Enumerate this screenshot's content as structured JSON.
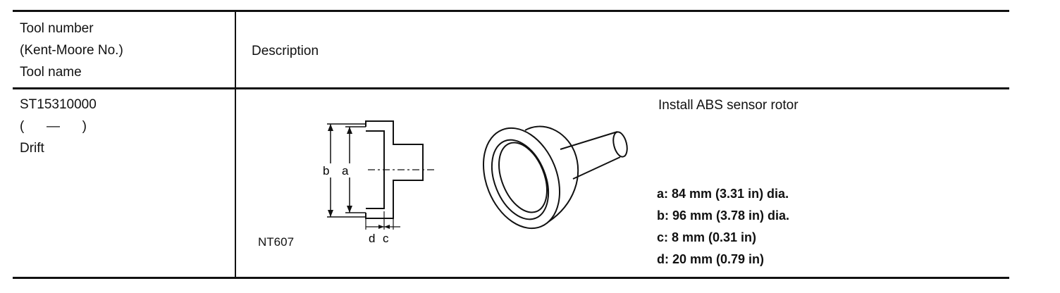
{
  "header": {
    "col1_lines": [
      "Tool number",
      "(Kent-Moore No.)",
      "Tool name"
    ],
    "col2": "Description"
  },
  "row": {
    "tool_number": "ST15310000",
    "kent_moore": "(      —      )",
    "tool_name": "Drift",
    "purpose": "Install ABS sensor rotor",
    "figure_code": "NT607",
    "dimension_labels": {
      "b": "b",
      "a": "a",
      "d": "d",
      "c": "c"
    },
    "specs": [
      "a: 84 mm (3.31 in) dia.",
      "b: 96 mm (3.78 in) dia.",
      "c: 8 mm (0.31 in)",
      "d: 20 mm (0.79 in)"
    ]
  }
}
